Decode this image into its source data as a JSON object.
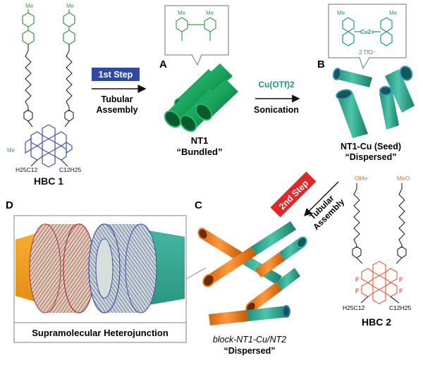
{
  "colors": {
    "green_tube": "#1fa463",
    "green_tube_dark": "#0f6e3c",
    "teal_tube": "#2aa88e",
    "orange_tube": "#f07a1a",
    "hbc1_core": "#3a4fc4",
    "hbc2_core": "#f0603c",
    "step1_box": "#2f4aa6",
    "step2_box": "#e02828",
    "cu_text": "#1f9a7d"
  },
  "labels": {
    "hbc1": "HBC 1",
    "hbc2": "HBC 2",
    "me_top": "Me",
    "ome": "OMe",
    "meo": "MeO",
    "c12_left": "H25C12",
    "c12_right": "C12H25",
    "f": "F"
  },
  "panel_a": {
    "letter": "A",
    "name": "NT1",
    "state": "“Bundled”"
  },
  "panel_b": {
    "letter": "B",
    "name": "NT1-Cu (Seed)",
    "state": "“Dispersed”",
    "cu_center": "Cu2+",
    "counterion": "2 TfO⁻"
  },
  "panel_c": {
    "letter": "C",
    "name": "block-NT1-Cu/NT2",
    "state": "“Dispersed”"
  },
  "panel_d": {
    "letter": "D",
    "caption": "Supramolecular Heterojunction"
  },
  "steps": {
    "step1_label": "1st Step",
    "step1_line1": "Tubular",
    "step1_line2": "Assembly",
    "reagent": "Cu(OTf)2",
    "sonication": "Sonication",
    "step2_label": "2nd Step",
    "step2_line1": "Tubular",
    "step2_line2": "Assembly"
  }
}
